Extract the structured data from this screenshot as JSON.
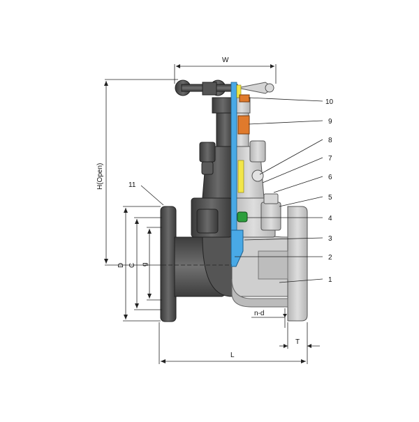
{
  "colors": {
    "body_dark": "#4a4a4a",
    "body_mid": "#6b6b6b",
    "body_light": "#c9c9c9",
    "stem_blue": "#49a9e6",
    "packing_yellow": "#f2e64a",
    "gland_orange": "#e07a2c",
    "seat_green": "#2c9e3c",
    "line": "#222222"
  },
  "dimensions": {
    "W": "W",
    "H": "H(Open)",
    "D": "D",
    "C": "C",
    "g": "g",
    "L": "L",
    "T": "T",
    "nd": "n-d"
  },
  "callouts": [
    "1",
    "2",
    "3",
    "4",
    "5",
    "6",
    "7",
    "8",
    "9",
    "10",
    "11"
  ]
}
